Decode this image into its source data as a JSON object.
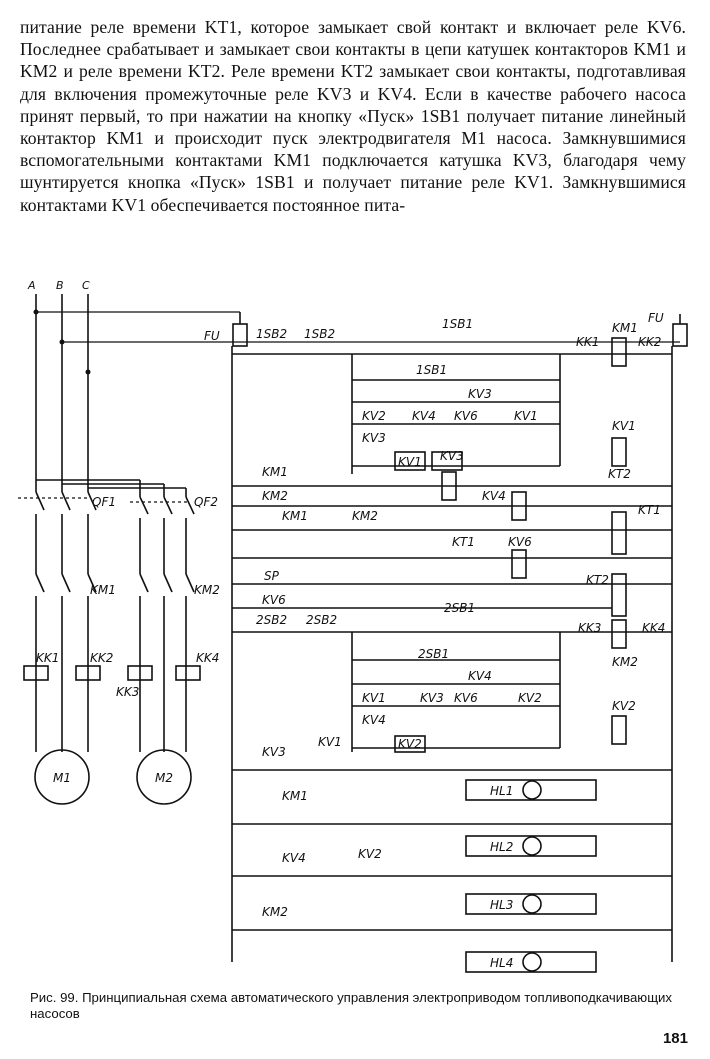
{
  "text": {
    "paragraph": "питание реле времени KT1, которое замыкает свой контакт и включает реле KV6. Последнее срабатывает и замыкает свои контакты в цепи катушек контакторов KM1 и KM2 и реле времени KT2. Реле времени KT2 замыкает свои контакты, подготавливая для включения промежуточные реле KV3 и KV4. Если в качестве рабочего насоса принят первый, то при нажатии на кнопку «Пуск» 1SB1 получает питание линейный контактор KM1 и происходит пуск электродвигателя M1 насоса. Замкнувшимися вспомогательными контактами KM1 подключается катушка KV3, благодаря чему шунтируется кнопка «Пуск» 1SB1 и получает питание реле KV1. Замкнувшимися контактами KV1 обеспечивается постоянное пита-",
    "caption": "Рис. 99. Принципиальная схема автоматического управления электроприводом топливоподкачивающих насосов",
    "page_number": "181"
  },
  "diagram": {
    "phases": {
      "a": "A",
      "b": "B",
      "c": "C"
    },
    "breakers": {
      "qf1": "QF1",
      "qf2": "QF2"
    },
    "power_contacts": {
      "km1": "KM1",
      "km2": "KM2"
    },
    "thermal": {
      "kk1": "KK1",
      "kk2": "KK2",
      "kk3": "KK3",
      "kk4": "KK4"
    },
    "motors": {
      "m1": "M1",
      "m2": "M2"
    },
    "fuses": {
      "left": "FU",
      "right": "FU"
    },
    "top_block": {
      "btn_1sb2a": "1SB2",
      "btn_1sb2b": "1SB2",
      "btn_1sb1": "1SB1",
      "btn_1sb1_b": "1SB1",
      "kv3": "KV3",
      "kv2": "KV2",
      "kv4": "KV4",
      "kv6": "KV6",
      "kv1": "KV1",
      "kv3b": "KV3",
      "kv1b": "KV1",
      "kv3coil": "KV3",
      "kk1": "KK1",
      "km1": "KM1",
      "kk2": "KK2",
      "kv1coil": "KV1",
      "kt2": "KT2"
    },
    "middle": {
      "km1": "KM1",
      "km2": "KM2",
      "kv4": "KV4",
      "km1b": "KM1",
      "km2b": "KM2",
      "kt1": "KT1",
      "kt1c": "KT1",
      "kv6": "KV6",
      "sp": "SP",
      "kt2": "KT2",
      "kv6b": "KV6"
    },
    "bottom_block": {
      "btn_2sb2a": "2SB2",
      "btn_2sb2b": "2SB2",
      "btn_2sb1": "2SB1",
      "btn_2sb1_b": "2SB1",
      "kv4": "KV4",
      "kv1": "KV1",
      "kv3": "KV3",
      "kv6": "KV6",
      "kv2": "KV2",
      "kv4b": "KV4",
      "kv2b": "KV2",
      "kk3": "KK3",
      "km2": "KM2",
      "kk4": "KK4",
      "kv2coil": "KV2"
    },
    "lamps": {
      "kv3": "KV3",
      "kv1": "KV1",
      "hl1": "HL1",
      "km1": "KM1",
      "hl2": "HL2",
      "kv4": "KV4",
      "kv2": "KV2",
      "hl3": "HL3",
      "km2": "KM2",
      "hl4": "HL4"
    }
  }
}
